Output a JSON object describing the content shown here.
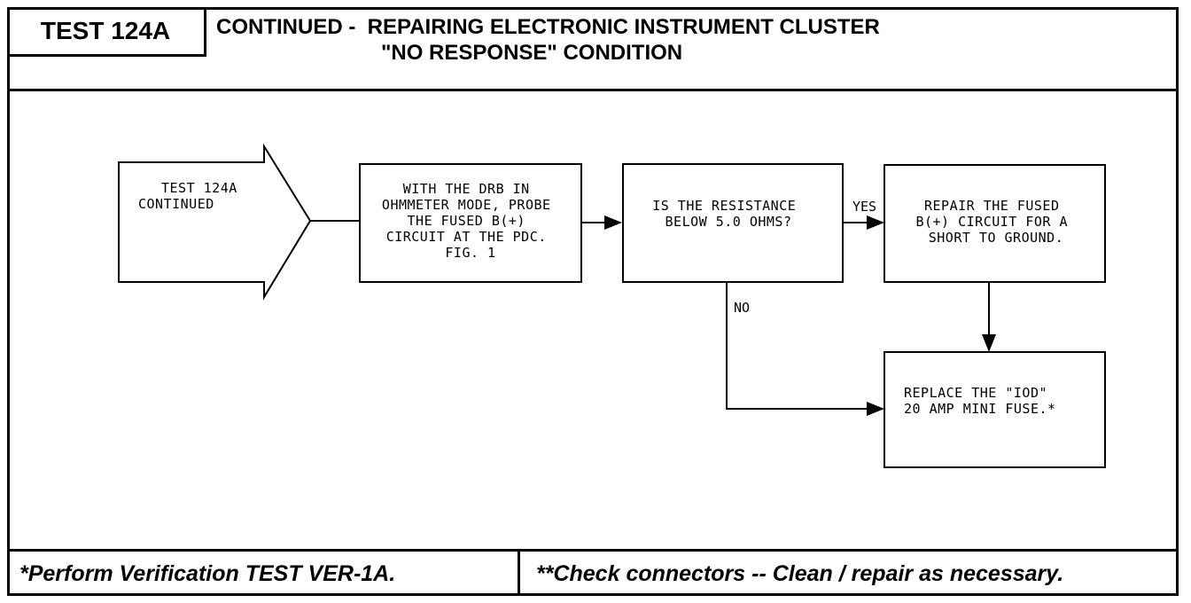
{
  "header": {
    "test_id": "TEST 124A",
    "title_line1": "CONTINUED -  REPAIRING ELECTRONIC INSTRUMENT CLUSTER",
    "title_line2": "\"NO RESPONSE\" CONDITION"
  },
  "diagram": {
    "start_arrow": [
      "TEST 124A",
      "CONTINUED"
    ],
    "step_probe": [
      "WITH THE DRB IN",
      "OHMMETER MODE, PROBE",
      "THE FUSED B(+)",
      "CIRCUIT AT THE PDC.",
      "FIG. 1"
    ],
    "decision_resistance": [
      "IS THE RESISTANCE",
      "BELOW 5.0 OHMS?"
    ],
    "label_yes": "YES",
    "label_no": "NO",
    "action_repair": [
      "REPAIR THE FUSED",
      "B(+) CIRCUIT FOR A",
      "SHORT TO GROUND."
    ],
    "action_replace": [
      "REPLACE THE \"IOD\"",
      "20 AMP MINI FUSE.*"
    ]
  },
  "footer": {
    "note_left": "*Perform Verification TEST VER-1A.",
    "note_right": "**Check connectors -- Clean / repair as necessary."
  }
}
